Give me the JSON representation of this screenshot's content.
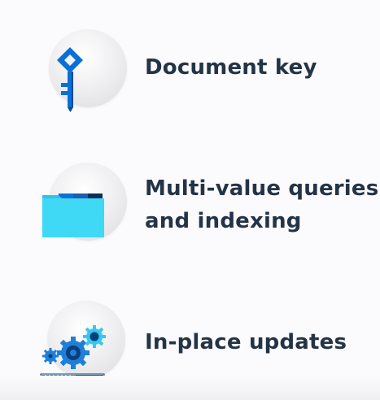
{
  "features": [
    {
      "icon": "key-icon",
      "label": "Document key"
    },
    {
      "icon": "folder-icon",
      "label_lines": [
        "Multi-value queries",
        "and indexing"
      ]
    },
    {
      "icon": "gears-icon",
      "label": "In-place updates"
    }
  ],
  "colors": {
    "text": "#243447",
    "key_blue": "#0a6fd6",
    "key_dark": "#064a9a",
    "folder_cyan": "#3fd8f5",
    "gear_blue": "#1e7fd8",
    "gear_cyan": "#33c9f0",
    "gear_dark": "#0b3f7a"
  }
}
